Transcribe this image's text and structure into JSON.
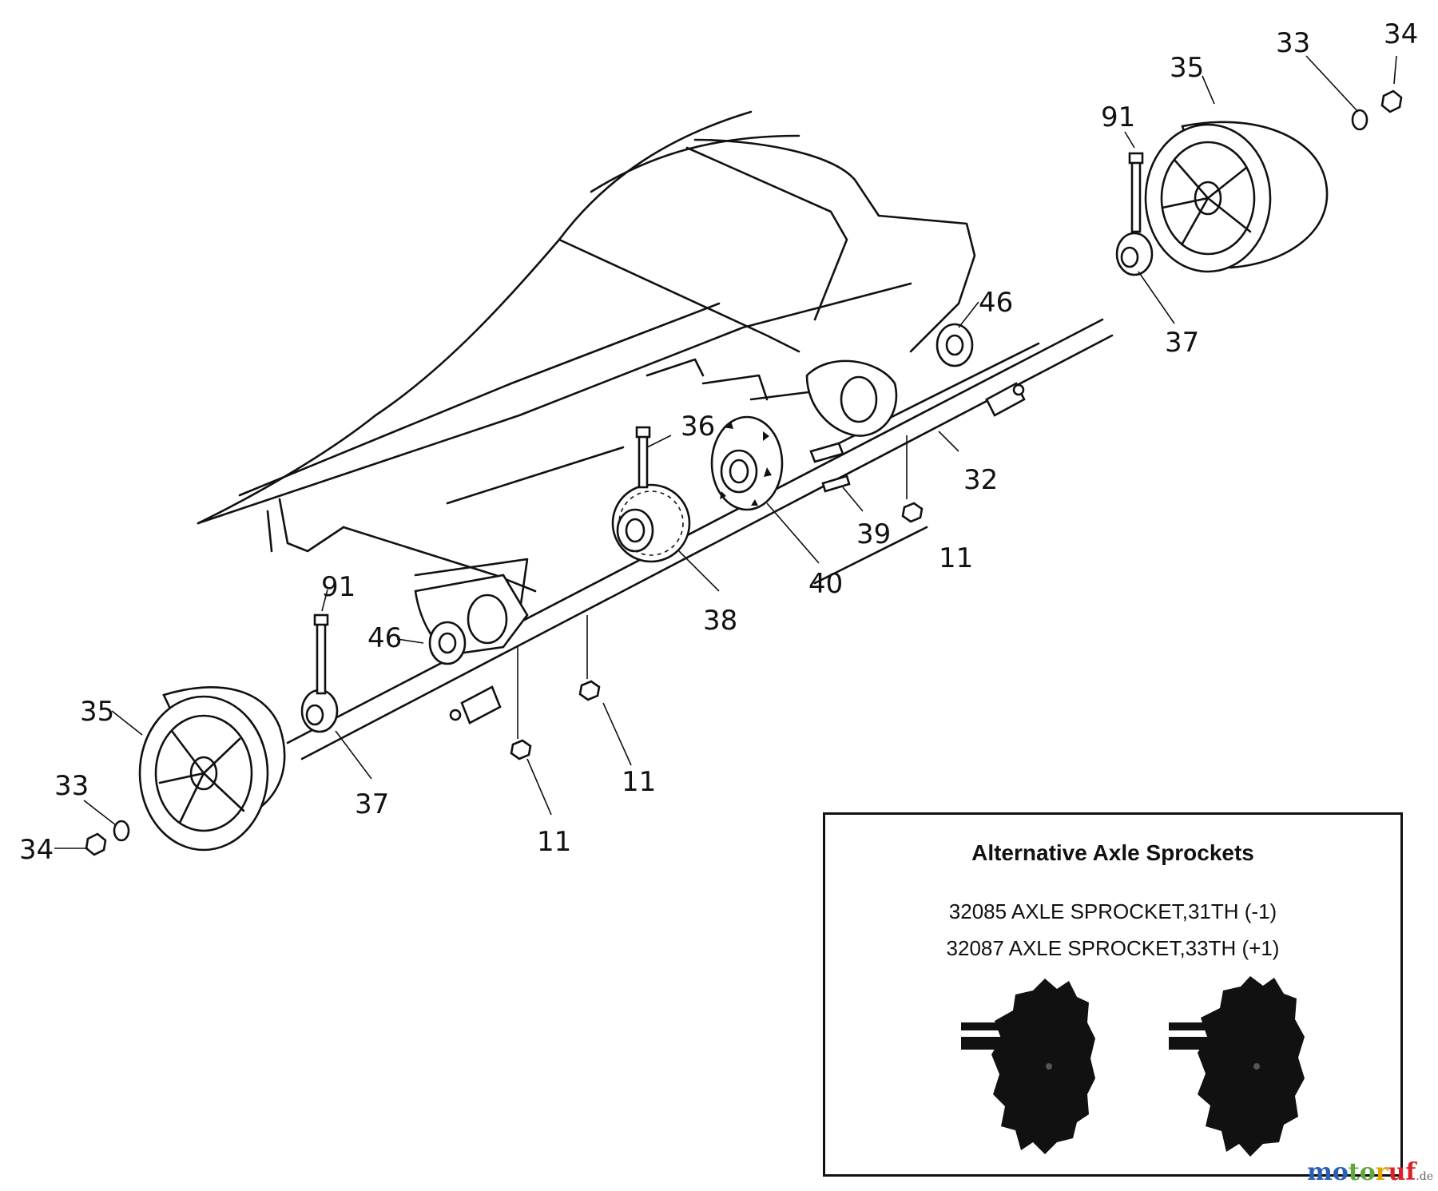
{
  "diagram": {
    "callouts": {
      "c34_top": "34",
      "c33_top": "33",
      "c35_top": "35",
      "c91_top": "91",
      "c46_top": "46",
      "c37_top": "37",
      "c36": "36",
      "c32": "32",
      "c39": "39",
      "c40": "40",
      "c11_mid": "11",
      "c38": "38",
      "c91_left": "91",
      "c46_left": "46",
      "c35_left": "35",
      "c37_left": "37",
      "c33_left": "33",
      "c34_left": "34",
      "c11_center": "11",
      "c11_bottom": "11"
    }
  },
  "inset": {
    "title": "Alternative Axle Sprockets",
    "items": [
      "32085 AXLE SPROCKET,31TH (-1)",
      "32087 AXLE SPROCKET,33TH (+1)"
    ]
  },
  "watermark": {
    "parts": [
      "mo",
      "to",
      "r",
      "uf"
    ],
    "suffix": ".de"
  }
}
